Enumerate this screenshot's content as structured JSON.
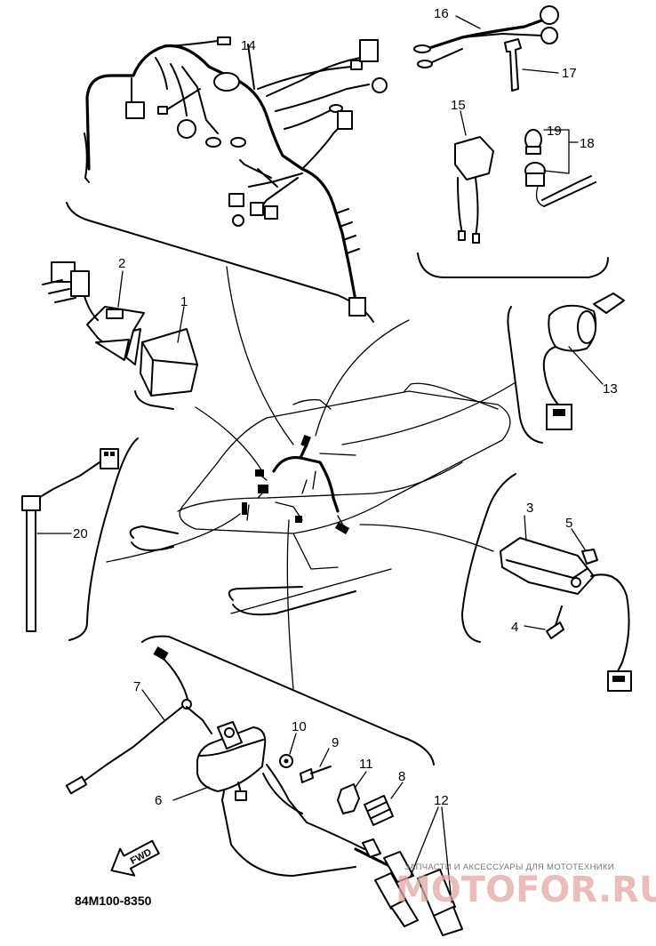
{
  "diagram": {
    "code": "84M100-8350",
    "direction_label": "FWD",
    "callouts": [
      "1",
      "2",
      "3",
      "4",
      "5",
      "6",
      "7",
      "8",
      "9",
      "10",
      "11",
      "12",
      "13",
      "14",
      "15",
      "16",
      "17",
      "18",
      "19",
      "20"
    ],
    "watermark": {
      "tagline": "ЗАПЧАСТИ И АКСЕССУАРЫ ДЛЯ МОТОТЕХНИКИ",
      "site": "MOTOFOR.RU"
    }
  }
}
